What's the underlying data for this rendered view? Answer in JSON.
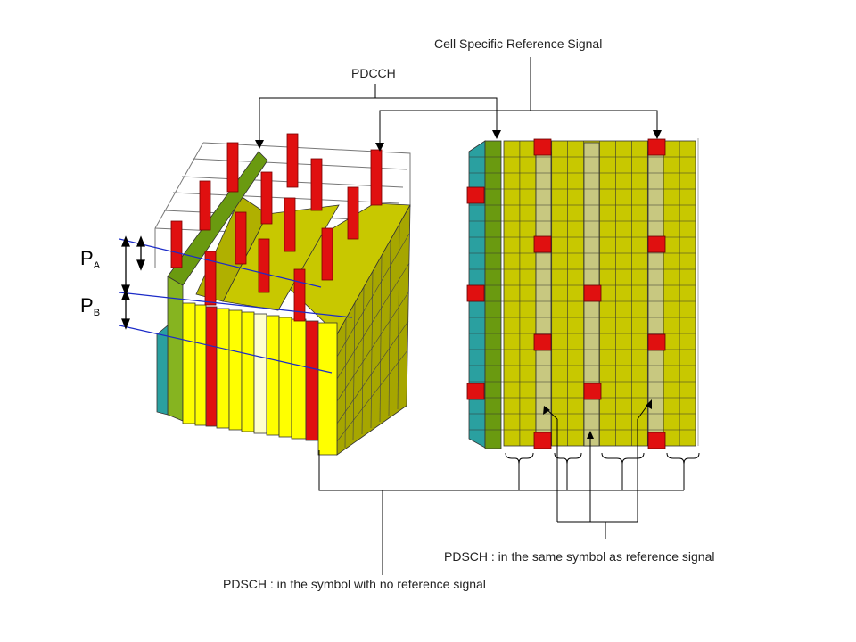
{
  "labels": {
    "crs": "Cell Specific Reference Signal",
    "pdcch": "PDCCH",
    "pdsch_same": "PDSCH : in the same symbol as reference signal",
    "pdsch_none": "PDSCH : in the symbol with no reference signal",
    "pa_main": "P",
    "pa_sub": "A",
    "pb_main": "P",
    "pb_sub": "B"
  },
  "colors": {
    "rs_red": "#e01010",
    "pdsch_olive": "#c8c800",
    "pdsch_yellow": "#ffff00",
    "pdsch_pale": "#c8c880",
    "pdcch_green": "#6a9a10",
    "control_teal": "#2aa0a0",
    "power_line": "#1c2cc8"
  }
}
